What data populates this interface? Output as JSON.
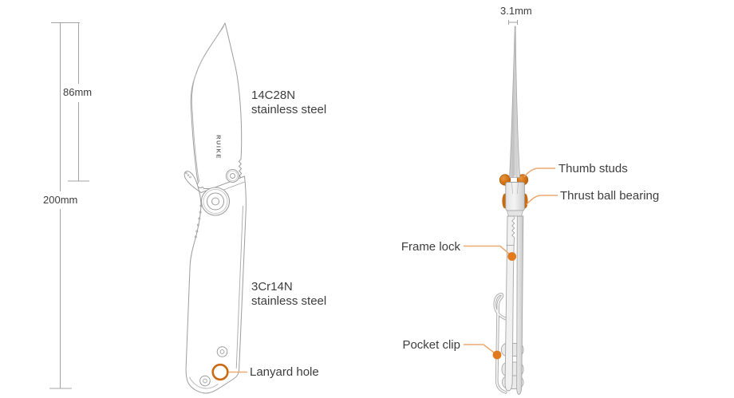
{
  "diagram": {
    "type": "folding-knife-specification-diagram"
  },
  "left_view": {
    "blade_length_label": "86mm",
    "overall_length_label": "200mm",
    "blade_steel": {
      "line1": "14C28N",
      "line2": "stainless steel"
    },
    "handle_steel": {
      "line1": "3Cr14N",
      "line2": "stainless steel"
    },
    "lanyard_hole_label": "Lanyard hole",
    "brand": "RUIKE"
  },
  "right_view": {
    "blade_thickness_label": "3.1mm",
    "thumb_studs_label": "Thumb studs",
    "thrust_ball_bearing_label": "Thrust ball bearing",
    "frame_lock_label": "Frame lock",
    "pocket_clip_label": "Pocket clip"
  },
  "colors": {
    "accent_orange": "#CE6C10",
    "marker_orange": "#E2791D",
    "leader_orange": "#EBAA72",
    "line_gray": "#9C9C9C",
    "text_gray": "#3D3D3D"
  }
}
